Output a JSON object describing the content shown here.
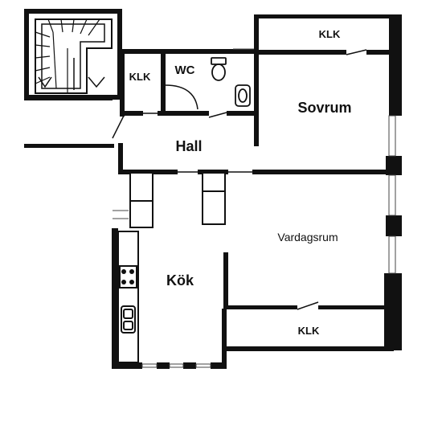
{
  "rooms": {
    "klk_top_right": "KLK",
    "klk_small": "KLK",
    "wc": "WC",
    "sovrum": "Sovrum",
    "hall": "Hall",
    "vardagsrum": "Vardagsrum",
    "kok": "Kök",
    "klk_bottom": "KLK"
  },
  "colors": {
    "wall": "#111111",
    "background": "#ffffff",
    "window_frame": "#444444"
  }
}
